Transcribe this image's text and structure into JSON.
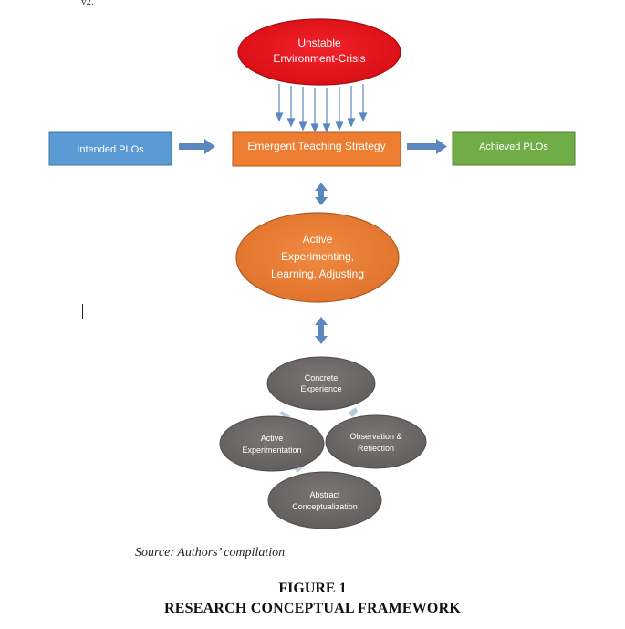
{
  "top_fragment": "v2.",
  "diagram": {
    "crisis": {
      "line1": "Unstable",
      "line2": "Environment-Crisis"
    },
    "intended": "Intended PLOs",
    "strategy": "Emergent Teaching Strategy",
    "achieved": "Achieved PLOs",
    "active": {
      "line1": "Active",
      "line2": "Experimenting,",
      "line3": "Learning, Adjusting"
    },
    "cycle": {
      "concrete": {
        "line1": "Concrete",
        "line2": "Experience"
      },
      "observation": {
        "line1": "Observation &",
        "line2": "Reflection"
      },
      "abstract": {
        "line1": "Abstract",
        "line2": "Conceptualization"
      },
      "experimentation": {
        "line1": "Active",
        "line2": "Experimentation"
      }
    },
    "colors": {
      "crisis": "#e8111b",
      "blue": "#5b9bd5",
      "orange": "#ed7d31",
      "green": "#70ad47",
      "grey": "#6d6a69",
      "arrow": "#5b87bf",
      "light_arrow": "#b7c9dd"
    }
  },
  "source": "Source: Authors’ compilation",
  "figure": {
    "number": "FIGURE 1",
    "title": "RESEARCH CONCEPTUAL FRAMEWORK"
  }
}
